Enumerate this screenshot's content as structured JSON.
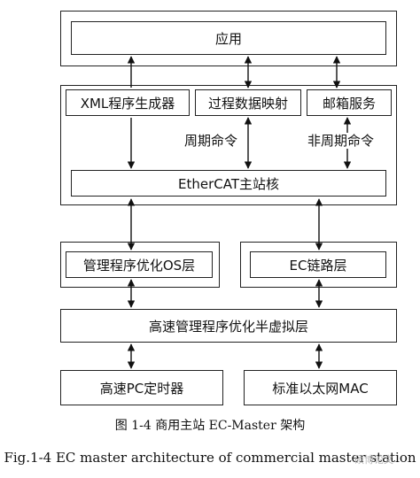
{
  "diagram": {
    "app_layer": "应用",
    "master_group": {
      "modules": [
        "XML程序生成器",
        "过程数据映射",
        "邮箱服务"
      ],
      "cyclic_label": "周期命令",
      "acyclic_label": "非周期命令",
      "core": "EtherCAT主站核"
    },
    "os_layer": "管理程序优化OS层",
    "link_layer": "EC链路层",
    "virtualization": "高速管理程序优化半虚拟层",
    "timer": "高速PC定时器",
    "mac": "标准以太网MAC"
  },
  "caption_cn": "图 1-4  商用主站 EC-Master 架构",
  "caption_en": "Fig.1-4 EC master architecture of commercial master station",
  "watermark": "硕博论文"
}
